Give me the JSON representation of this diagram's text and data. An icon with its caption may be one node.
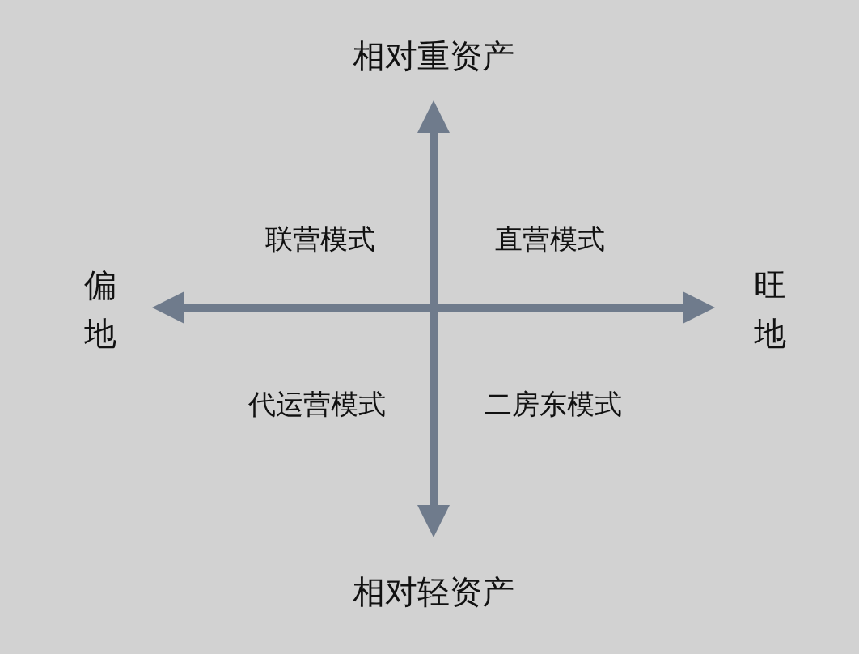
{
  "diagram": {
    "labels": [
      "相对重资产",
      "联营模式",
      "直营模式",
      "偏地",
      "旺地",
      "代运营模式",
      "二房东模式",
      "相对轻资产"
    ]
  }
}
